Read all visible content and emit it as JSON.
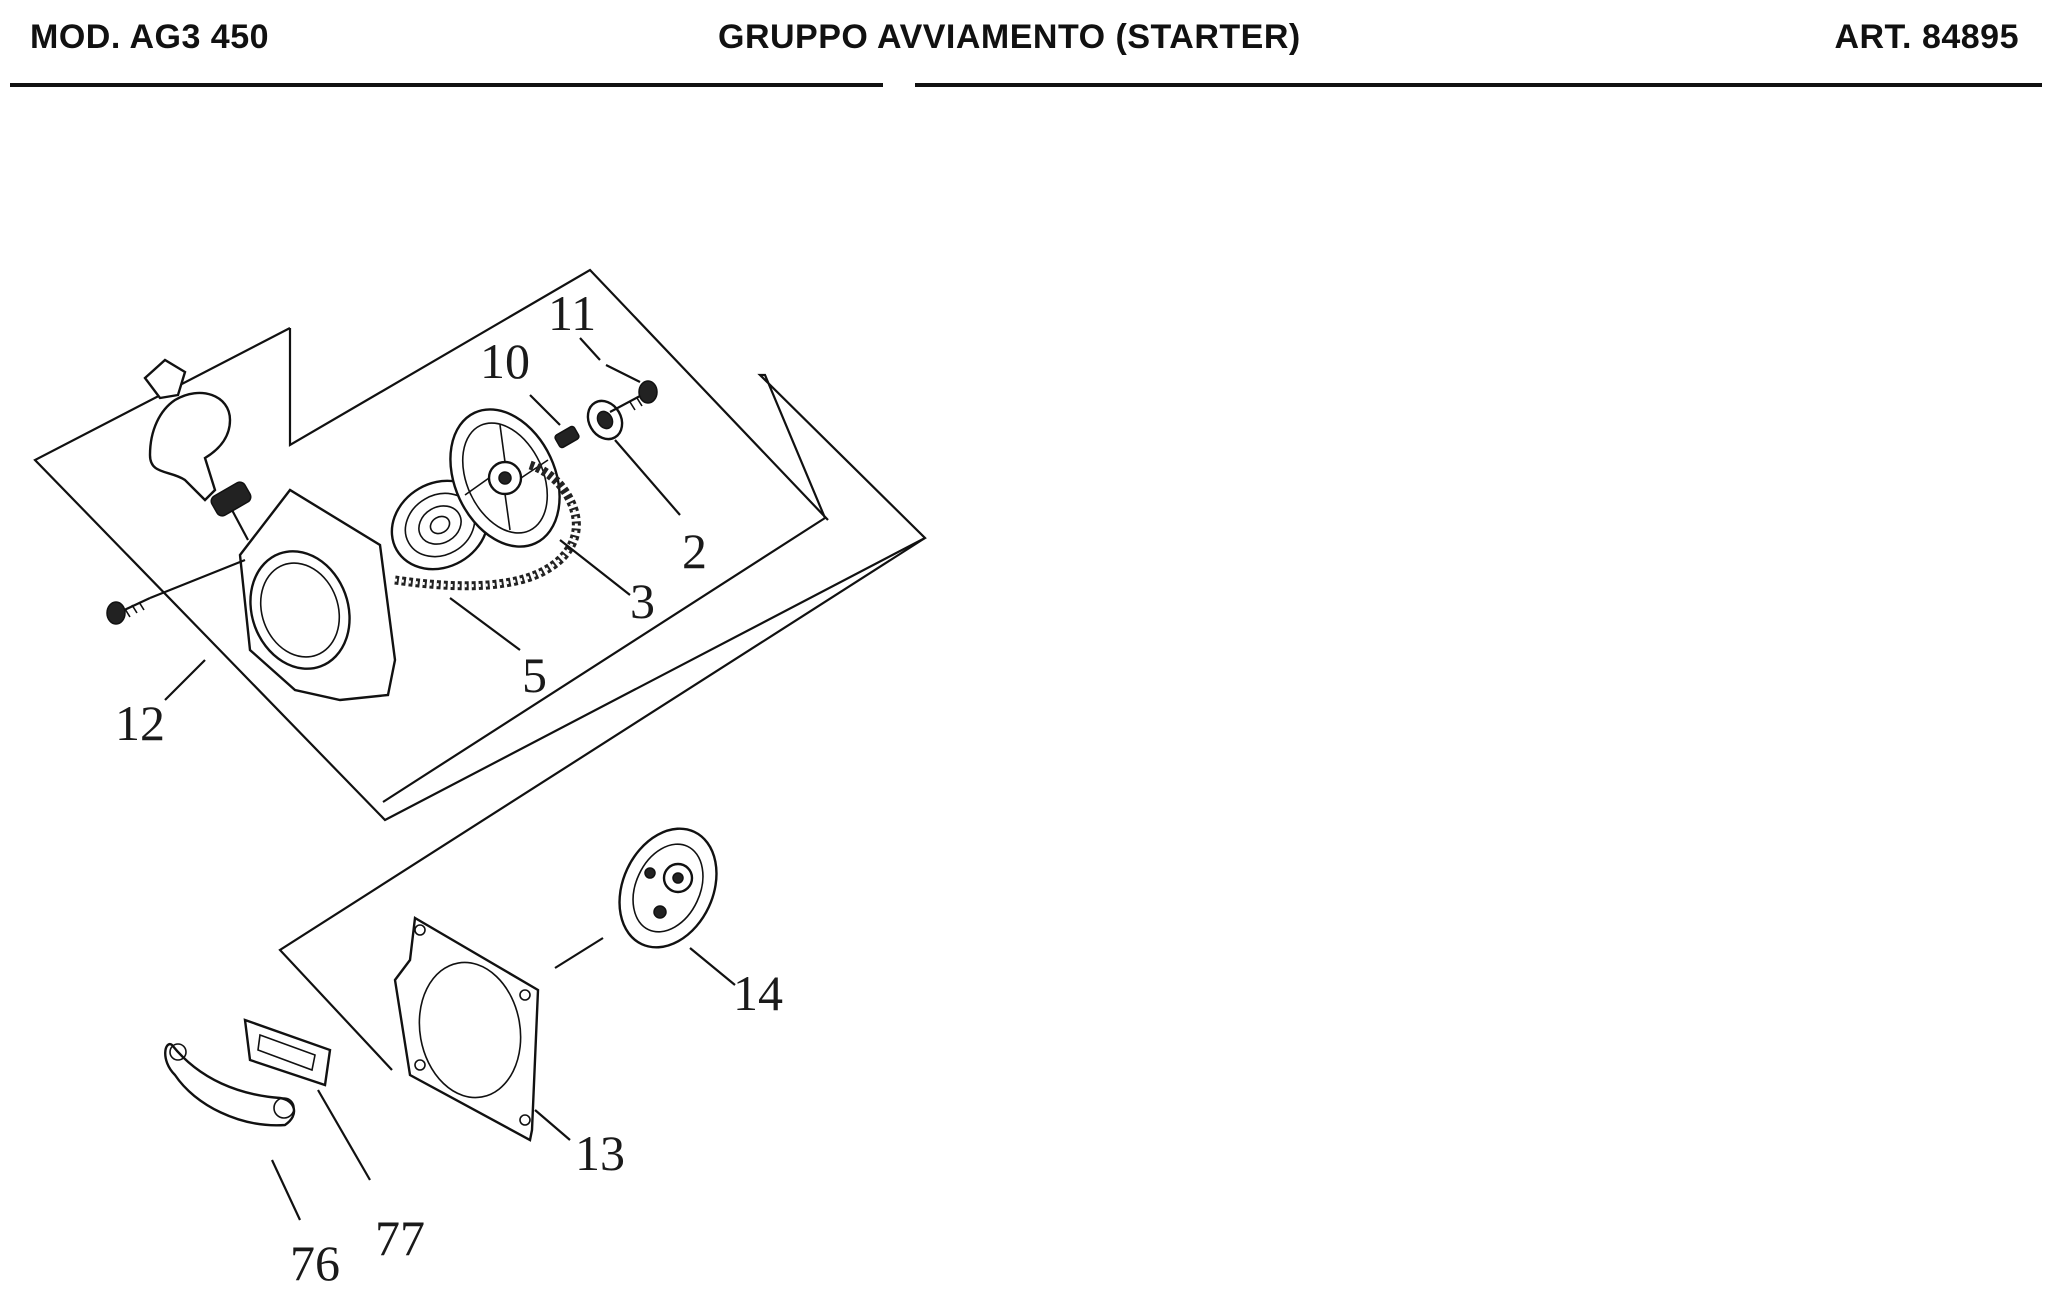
{
  "header": {
    "model": "MOD. AG3 450",
    "title": "GRUPPO AVVIAMENTO  (STARTER)",
    "article": "ART. 84895"
  },
  "callouts": {
    "c11": "11",
    "c10": "10",
    "c2": "2",
    "c3": "3",
    "c5": "5",
    "c12": "12",
    "c14": "14",
    "c13": "13",
    "c77": "77",
    "c76": "76"
  }
}
